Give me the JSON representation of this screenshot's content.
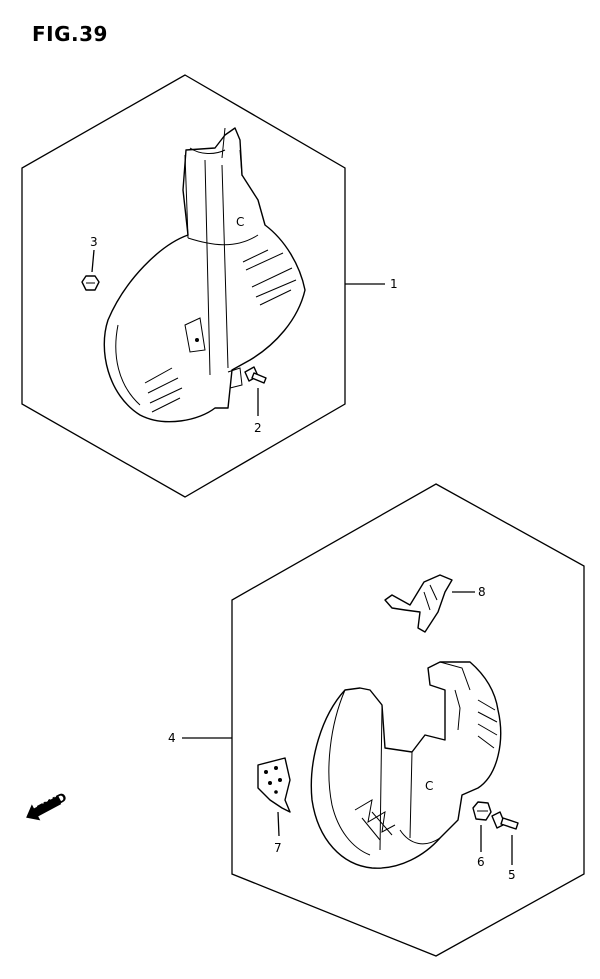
{
  "title": "FIG.39",
  "parts": [
    {
      "number": "1"
    },
    {
      "number": "2"
    },
    {
      "number": "3"
    },
    {
      "number": "4"
    },
    {
      "number": "5"
    },
    {
      "number": "6"
    },
    {
      "number": "7"
    },
    {
      "number": "8"
    }
  ],
  "direction_arrow": {
    "label": "FWD"
  },
  "assembly_1": {
    "component_label": "C"
  },
  "assembly_4": {
    "component_label": "C"
  }
}
